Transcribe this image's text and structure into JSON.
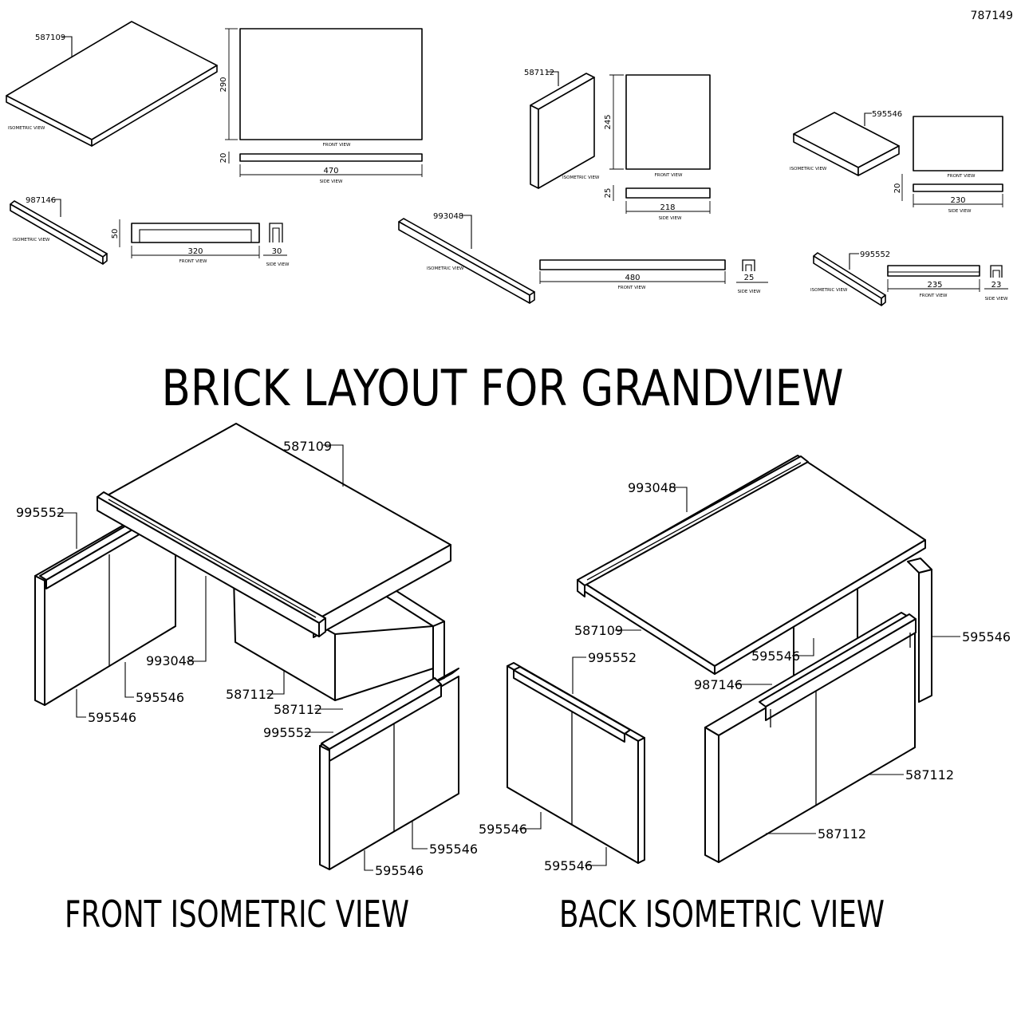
{
  "drawing_number": "787149",
  "title": "BRICK LAYOUT FOR GRANDVIEW",
  "captions": {
    "isometric": "ISOMETRIC VIEW",
    "front": "FRONT VIEW",
    "side": "SIDE VIEW",
    "front_iso": "FRONT ISOMETRIC VIEW",
    "back_iso": "BACK ISOMETRIC VIEW"
  },
  "parts": {
    "p587109": {
      "number": "587109",
      "height": "290",
      "thickness": "20",
      "length": "470"
    },
    "p587112": {
      "number": "587112",
      "height": "245",
      "thickness": "25",
      "length": "218"
    },
    "p595546": {
      "number": "595546",
      "thickness": "20",
      "length": "230"
    },
    "p987146": {
      "number": "987146",
      "height": "50",
      "length": "320",
      "depth": "30"
    },
    "p993048": {
      "number": "993048",
      "length": "480",
      "depth": "25"
    },
    "p995552": {
      "number": "995552",
      "length": "235",
      "depth": "23"
    }
  }
}
